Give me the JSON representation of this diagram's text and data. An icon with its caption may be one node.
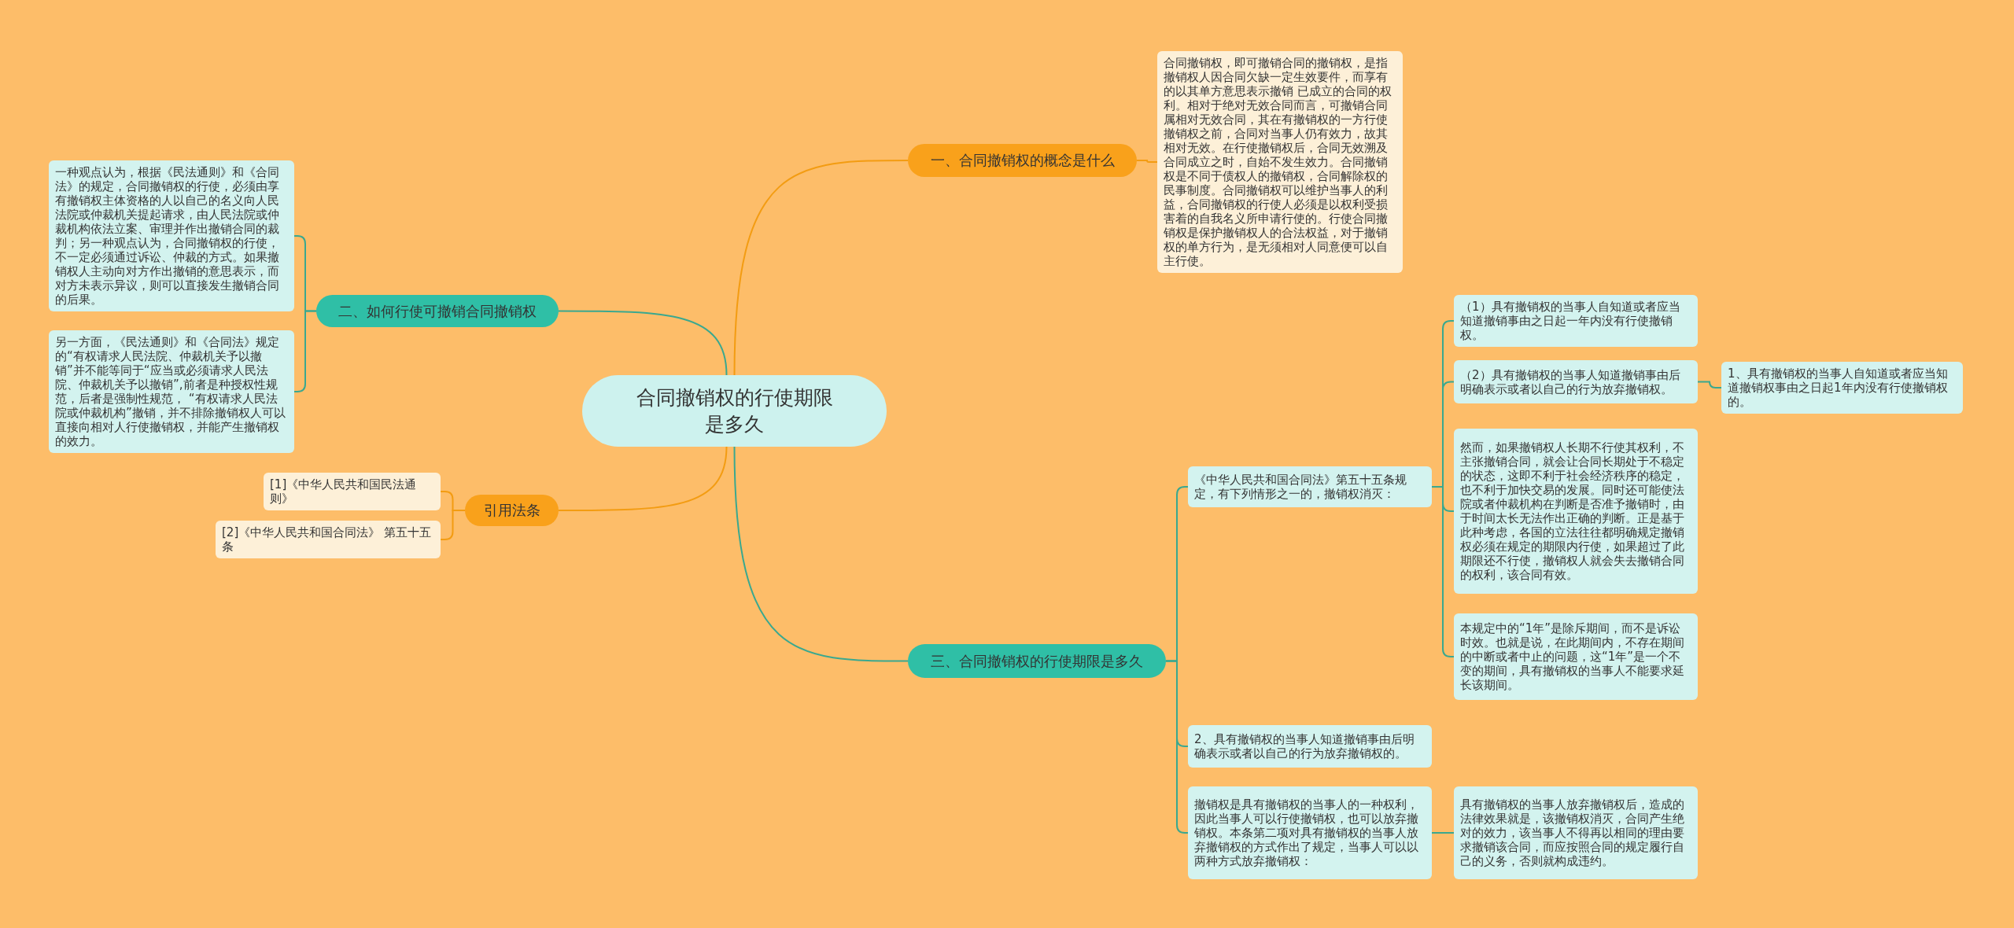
{
  "diagram": {
    "nodes": [
      {
        "text": [
          "合同撤销权的行使期限是多久"
        ]
      },
      {
        "text": [
          "一、合同撤销权的概念是什么"
        ]
      },
      {
        "text": [
          "合同撤销权，即可撤销合同的撤销权，是指撤销权人因合同欠缺一定生效要件，而享有的以其单方意思表示撤销 已成立的合同的权利。相对于绝对无效合同而言，可撤销合同属相对无效合同，其在有撤销权的一方行使撤销权之前，合同对当事人仍有效力，故其相对无效。在行使撤销权后，合同无效溯及合同成立之时，自始不发生效力。合同撤销权是不同于债权人的撤销权，合同解除权的民事制度。合同撤销权可以维护当事人的利益，合同撤销权的行使人必须是以权利受损害着的自我名义所申请行使的。行使合同撤销权是保护撤销权人的合法权益，对于撤销权的单方行为，是无须相对人同意便可以自主行使。"
        ]
      },
      {
        "text": [
          "二、如何行使可撤销合同撤销权"
        ]
      },
      {
        "text": [
          "一种观点认为，根据《民法通则》和《合同法》的规定，合同撤销权的行使，必须由享有撤销权主体资格的人以自己的名义向人民法院或仲裁机关提起请求，由人民法院或仲裁机构依法立案、审理并作出撤销合同的裁判；另一种观点认为，合同撤销权的行使，不一定必须通过诉讼、仲裁的方式。如果撤销权人主动向对方作出撤销的意思表示，而对方未表示异议，则可以直接发生撤销合同的后果。"
        ]
      },
      {
        "text": [
          "另一方面，《民法通则》和《合同法》规定的“有权请求人民法院、仲裁机关予以撤销”并不能等同于“应当或必须请求人民法院、仲裁机关予以撤销”,前者是种授权性规范，后者是强制性规范， “有权请求人民法院或仲裁机构”撤销，并不排除撤销权人可以直接向相对人行使撤销权，并能产生撤销权的效力。"
        ]
      },
      {
        "text": [
          "引用法条"
        ]
      },
      {
        "text": [
          "[1]《中华人民共和国民法通则》"
        ]
      },
      {
        "text": [
          "[2]《中华人民共和国合同法》 第五十五条"
        ]
      },
      {
        "text": [
          "三、合同撤销权的行使期限是多久"
        ]
      },
      {
        "text": [
          "《中华人民共和国合同法》第五十五条规定，有下列情形之一的，撤销权消灭："
        ]
      },
      {
        "text": [
          "（1）具有撤销权的当事人自知道或者应当知道撤销事由之日起一年内没有行使撤销权。"
        ]
      },
      {
        "text": [
          "（2）具有撤销权的当事人知道撤销事由后明确表示或者以自己的行为放弃撤销权。"
        ]
      },
      {
        "text": [
          "1、具有撤销权的当事人自知道或者应当知道撤销权事由之日起1年内没有行使撤销权的。"
        ]
      },
      {
        "text": [
          "然而，如果撤销权人长期不行使其权利，不主张撤销合同，就会让合同长期处于不稳定的状态，这即不利于社会经济秩序的稳定，也不利于加快交易的发展。同时还可能使法院或者仲裁机构在判断是否准予撤销时，由于时间太长无法作出正确的判断。正是基于此种考虑，各国的立法往往都明确规定撤销权必须在规定的期限内行使，如果超过了此期限还不行使，撤销权人就会失去撤销合同的权利，该合同有效。"
        ]
      },
      {
        "text": [
          "本规定中的“1年”是除斥期间，而不是诉讼时效。也就是说，在此期间内，不存在期间的中断或者中止的问题，这“1年”是一个不变的期间，具有撤销权的当事人不能要求延长该期间。"
        ]
      },
      {
        "text": [
          "2、具有撤销权的当事人知道撤销事由后明确表示或者以自己的行为放弃撤销权的。"
        ]
      },
      {
        "text": [
          "撤销权是具有撤销权的当事人的一种权利，因此当事人可以行使撤销权，也可以放弃撤销权。本条第二项对具有撤销权的当事人放弃撤销权的方式作出了规定，当事人可以以两种方式放弃撤销权："
        ]
      },
      {
        "text": [
          "具有撤销权的当事人放弃撤销权后，造成的法律效果就是，该撤销权消灭，合同产生绝对的效力，该当事人不得再以相同的理由要求撤销该合同，而应按照合同的规定履行自己的义务，否则就构成违约。"
        ]
      }
    ],
    "edges": [
      {
        "from": 0,
        "to": 1,
        "arrow": "none",
        "color": "#f39c12"
      },
      {
        "from": 1,
        "to": 2,
        "arrow": "none",
        "color": "#f39c12"
      },
      {
        "from": 0,
        "to": 3,
        "arrow": "none"
      },
      {
        "from": 3,
        "to": 4,
        "arrow": "none"
      },
      {
        "from": 3,
        "to": 5,
        "arrow": "none"
      },
      {
        "from": 0,
        "to": 6,
        "arrow": "none",
        "color": "#f39c12"
      },
      {
        "from": 6,
        "to": 7,
        "arrow": "none",
        "color": "#f39c12"
      },
      {
        "from": 6,
        "to": 8,
        "arrow": "none",
        "color": "#f39c12"
      },
      {
        "from": 0,
        "to": 9,
        "arrow": "none"
      },
      {
        "from": 9,
        "to": 10,
        "arrow": "none"
      },
      {
        "from": 10,
        "to": 11,
        "arrow": "none"
      },
      {
        "from": 10,
        "to": 12,
        "arrow": "none"
      },
      {
        "from": 12,
        "to": 13,
        "arrow": "none"
      },
      {
        "from": 10,
        "to": 14,
        "arrow": "none"
      },
      {
        "from": 10,
        "to": 15,
        "arrow": "none"
      },
      {
        "from": 9,
        "to": 16,
        "arrow": "none"
      },
      {
        "from": 9,
        "to": 17,
        "arrow": "none"
      },
      {
        "from": 17,
        "to": 18,
        "arrow": "none"
      }
    ]
  }
}
